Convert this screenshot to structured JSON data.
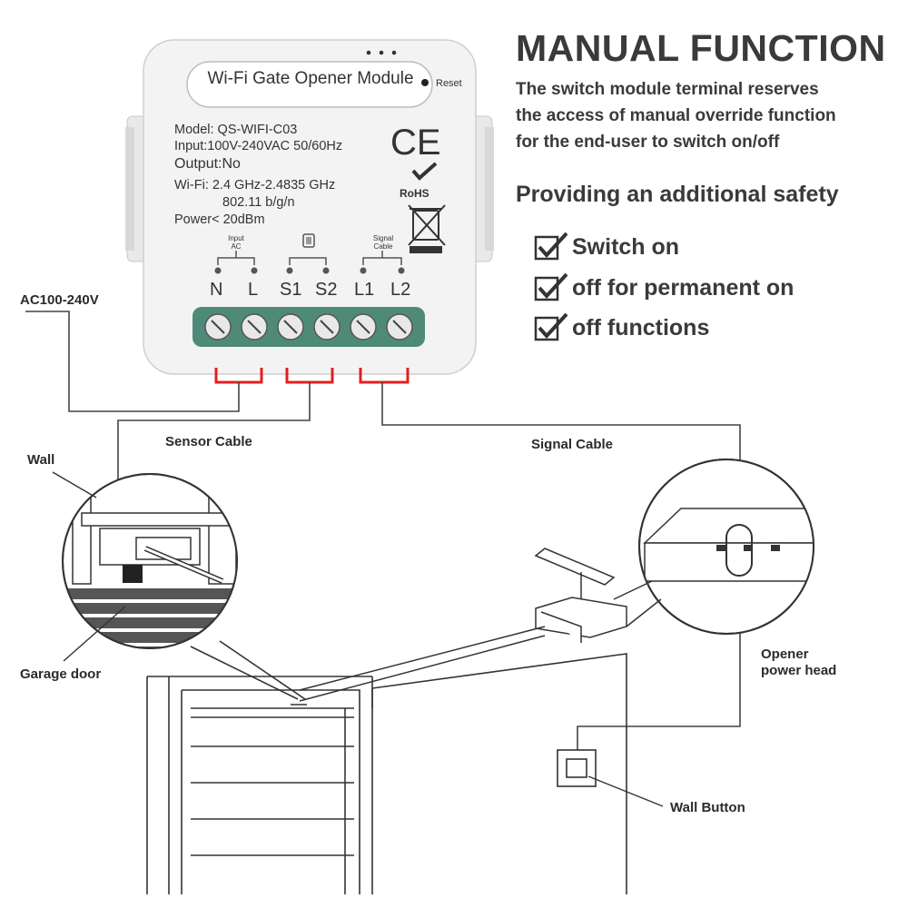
{
  "heading": {
    "title": "MANUAL FUNCTION",
    "desc_lines": [
      "The switch module terminal reserves",
      "the access of manual override function",
      "for the end-user to switch on/off"
    ],
    "safety": "Providing an additional safety",
    "features": [
      "Switch on",
      "off for permanent on",
      "off functions"
    ]
  },
  "module": {
    "name": "Wi-Fi Gate Opener Module",
    "reset": "Reset",
    "model": "Model: QS-WIFI-C03",
    "input": "Input:100V-240VAC 50/60Hz",
    "output": "Output:No",
    "wifi": "Wi-Fi: 2.4 GHz-2.4835 GHz",
    "wifi_std": "802.11 b/g/n",
    "power": "Power< 20dBm",
    "ce": "CE",
    "rohs": "RoHS",
    "groups": {
      "input": [
        "Input",
        "AC"
      ],
      "signal": [
        "Signal",
        "Cable"
      ]
    },
    "terminals": [
      "N",
      "L",
      "S1",
      "S2",
      "L1",
      "L2"
    ]
  },
  "labels": {
    "ac": "AC100-240V",
    "sensor_cable": "Sensor Cable",
    "signal_cable": "Signal Cable",
    "wall": "Wall",
    "garage_door": "Garage door",
    "opener_head": [
      "Opener",
      "power head"
    ],
    "wall_button": "Wall Button"
  },
  "colors": {
    "heading": "#3a3a3a",
    "terminal_block": "#4f8a78",
    "wire_red": "#e02020",
    "module_body": "#f2f2f2"
  }
}
